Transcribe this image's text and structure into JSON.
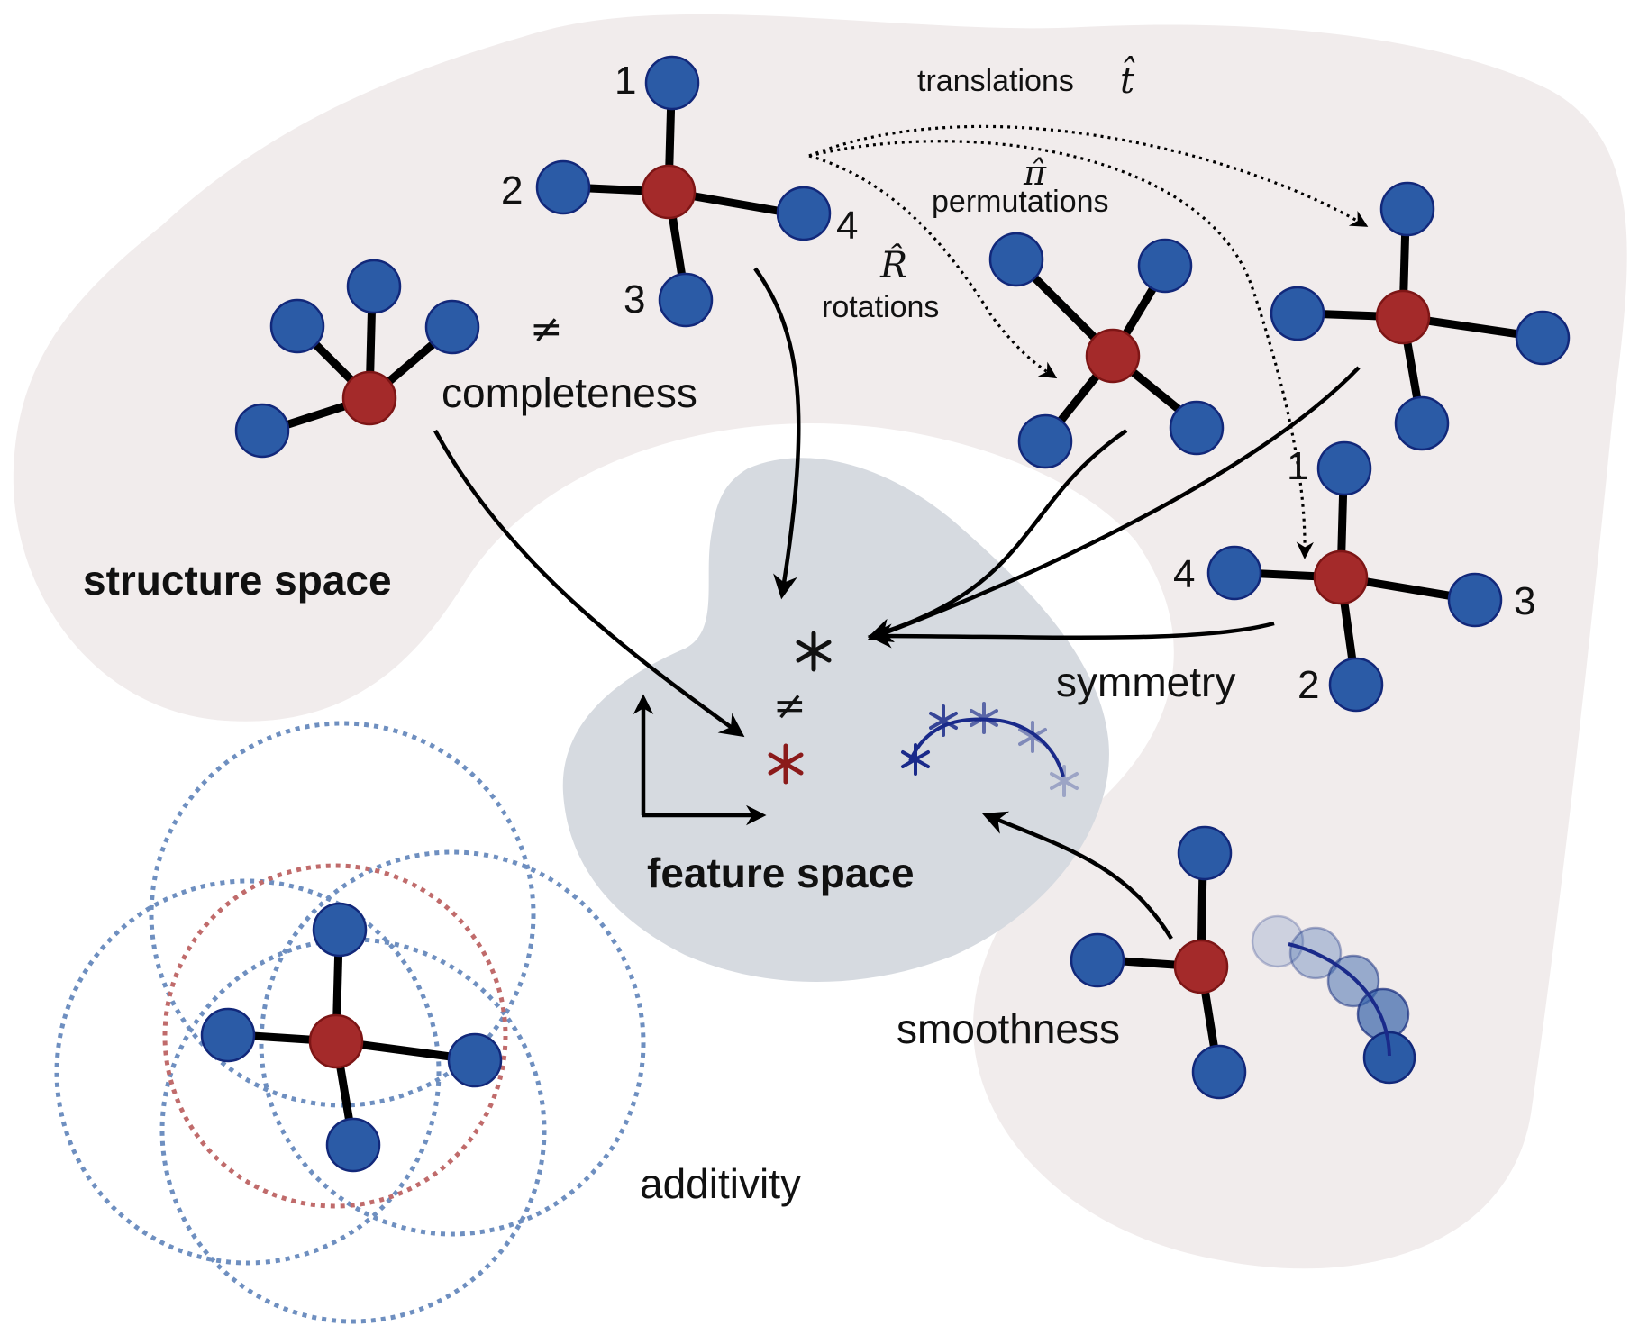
{
  "colors": {
    "structure_space_fill": "#f1ecec",
    "feature_space_fill": "#d6dae0",
    "center_atom": "#a42a2a",
    "ligand_atom": "#2b5ba6",
    "bond": "#000000",
    "ring_blue": "#6e8fc0",
    "ring_red": "#c06b6b",
    "curve": "#1a2a8a"
  },
  "regions": {
    "structure_space": "structure space",
    "feature_space": "feature space"
  },
  "properties": {
    "completeness": "completeness",
    "symmetry": "symmetry",
    "smoothness": "smoothness",
    "additivity": "additivity"
  },
  "operations": {
    "translations": "translations",
    "translations_symbol": "t̂",
    "permutations": "permutations",
    "permutations_symbol": "π̂",
    "rotations": "rotations",
    "rotations_symbol": "R̂"
  },
  "symbols": {
    "not_equal_structures": "≠",
    "not_equal_features": "≠"
  },
  "atom_labels": {
    "top_molecule": [
      "1",
      "2",
      "3",
      "4"
    ],
    "right_molecule": [
      "1",
      "2",
      "3",
      "4"
    ]
  }
}
